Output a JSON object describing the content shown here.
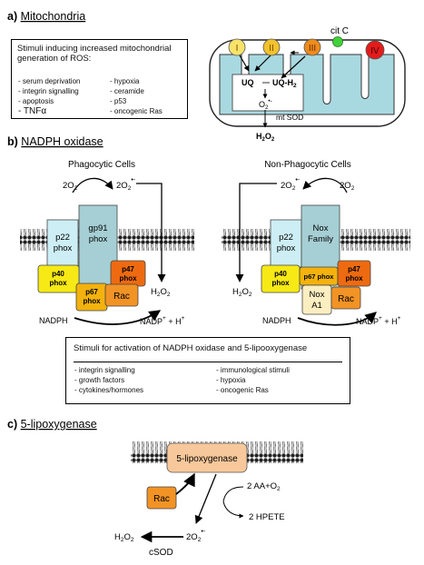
{
  "section_a": {
    "letter": "a)",
    "title": "Mitochondria",
    "stimuli_box": {
      "title_line1": "Stimuli inducing increased mitochondrial",
      "title_line2": "generation of ROS:",
      "left_items": [
        "- serum deprivation",
        "- integrin signalling",
        "- apoptosis",
        "- TNFα"
      ],
      "right_items": [
        "- hypoxia",
        "- ceramide",
        "- p53",
        "- oncogenic Ras"
      ]
    },
    "complexes": [
      {
        "label": "I",
        "color": "#f7e36a"
      },
      {
        "label": "II",
        "color": "#f2c22e"
      },
      {
        "label": "III",
        "color": "#ee8c1c"
      },
      {
        "label": "IV",
        "color": "#e31b1b"
      }
    ],
    "cytc_label": "cit C",
    "cytc_color": "#43d13a",
    "uq_label": "UQ",
    "uqh2_label": "UQ-H",
    "uqh2_sub": "2",
    "superoxide": {
      "base": "O",
      "sub": "2",
      "sup": "•-"
    },
    "mnsod_label": "mt SOD",
    "h2o2": {
      "h": "H",
      "s1": "2",
      "o": "O",
      "s2": "2"
    },
    "membrane_color": "#a9d9e0"
  },
  "section_b": {
    "letter": "b)",
    "title": "NADPH oxidase",
    "phagocytic": {
      "title": "Phagocytic Cells",
      "o2_left": {
        "base": "2O",
        "sub": "2"
      },
      "o2_right": {
        "base": "2O",
        "sub": "2",
        "sup": "•-"
      },
      "p22": [
        "p22",
        "phox"
      ],
      "gp91": [
        "gp91",
        "phox"
      ],
      "p40": [
        "p40",
        "phox"
      ],
      "p67": [
        "p67",
        "phox"
      ],
      "p47": [
        "p47",
        "phox"
      ],
      "rac": "Rac",
      "h2o2": {
        "h": "H",
        "s1": "2",
        "o": "O",
        "s2": "2"
      },
      "nadph": "NADPH",
      "nadp": {
        "base": "NADP",
        "sup": "+",
        "plus": " + H",
        "sup2": "+"
      }
    },
    "non_phagocytic": {
      "title": "Non-Phagocytic Cells",
      "o2_left": {
        "base": "2O",
        "sub": "2",
        "sup": "•-"
      },
      "o2_right": {
        "base": "2O",
        "sub": "2"
      },
      "p22": [
        "p22",
        "phox"
      ],
      "nox": [
        "Nox",
        "Family"
      ],
      "p40": [
        "p40",
        "phox"
      ],
      "p67": "p67 phox",
      "p47": [
        "p47",
        "phox"
      ],
      "nox_a1": [
        "Nox",
        "A1"
      ],
      "rac": "Rac",
      "h2o2": {
        "h": "H",
        "s1": "2",
        "o": "O",
        "s2": "2"
      },
      "nadph": "NADPH",
      "nadp": {
        "base": "NADP",
        "sup": "+",
        "plus": " + H",
        "sup2": "+"
      }
    },
    "stimuli_box": {
      "title": "Stimuli for activation of NADPH oxidase and 5-lipooxygenase",
      "left_items": [
        "- integrin signalling",
        "- growth factors",
        "- cytokines/hormones"
      ],
      "right_items": [
        "- immunological stimuli",
        "- hypoxia",
        "- oncogenic Ras"
      ]
    },
    "colors": {
      "p22": "#cdeef5",
      "gp91": "#a5cfd4",
      "p40": "#f6e915",
      "p67": "#f3b20d",
      "p47": "#ee6a10",
      "rac": "#f29325",
      "nox_a1": "#fbeec0"
    }
  },
  "section_c": {
    "letter": "c)",
    "title": "5-lipoxygenase",
    "enzyme_label": "5-lipoxygenase",
    "enzyme_color": "#f7c89b",
    "rac_label": "Rac",
    "rac_color": "#f29325",
    "substrate": {
      "base": "2 AA+O",
      "sub": "2"
    },
    "product": "2 HPETE",
    "superoxide": {
      "base": "2O",
      "sub": "2",
      "sup": "•-"
    },
    "h2o2": {
      "h": "H",
      "s1": "2",
      "o": "O",
      "s2": "2"
    },
    "csod_label": "cSOD"
  }
}
